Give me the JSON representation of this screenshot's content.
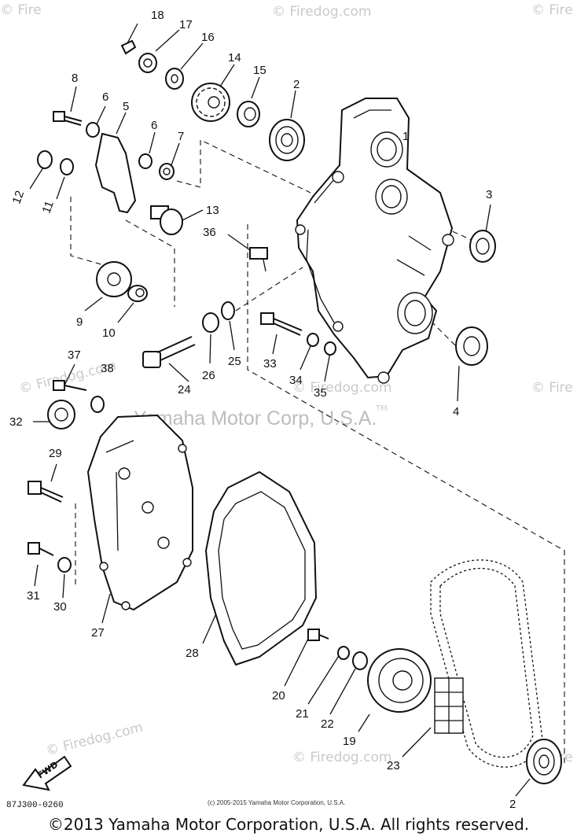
{
  "watermark": {
    "brand": "© Firedog.com",
    "corner_brand": "© Fire",
    "manufacturer": "Yamaha Motor Corp, U.S.A.",
    "trademark": "TM"
  },
  "diagram_code": "87J300-0260",
  "fwd_label": "FWD",
  "small_copyright": "(c) 2005-2015 Yamaha Motor Corporation, U.S.A.",
  "footer_copyright": "©2013 Yamaha Motor Corporation, U.S.A. All rights reserved.",
  "callouts": [
    "18",
    "17",
    "16",
    "14",
    "15",
    "2",
    "8",
    "6",
    "5",
    "6",
    "7",
    "1",
    "12",
    "11",
    "13",
    "3",
    "36",
    "9",
    "10",
    "37",
    "38",
    "24",
    "26",
    "25",
    "33",
    "34",
    "35",
    "4",
    "32",
    "29",
    "31",
    "30",
    "27",
    "28",
    "20",
    "21",
    "22",
    "19",
    "23",
    "2"
  ]
}
